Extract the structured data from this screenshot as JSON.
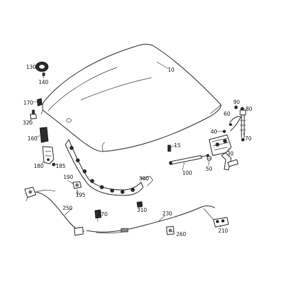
{
  "callouts": {
    "p10": "10",
    "p15": "15",
    "p30": "30",
    "p40": "40",
    "p50": "50",
    "p60": "60",
    "p70": "70",
    "p80": "80",
    "p90": "90",
    "p100": "100",
    "p130": "130",
    "p140": "140",
    "p160": "160",
    "p170": "170",
    "p180": "180",
    "p185": "185",
    "p190": "190",
    "p195": "195",
    "p210": "210",
    "p230": "230",
    "p250": "250",
    "p260": "260",
    "p270": "270",
    "p300": "300",
    "p310": "310",
    "p320": "320"
  }
}
